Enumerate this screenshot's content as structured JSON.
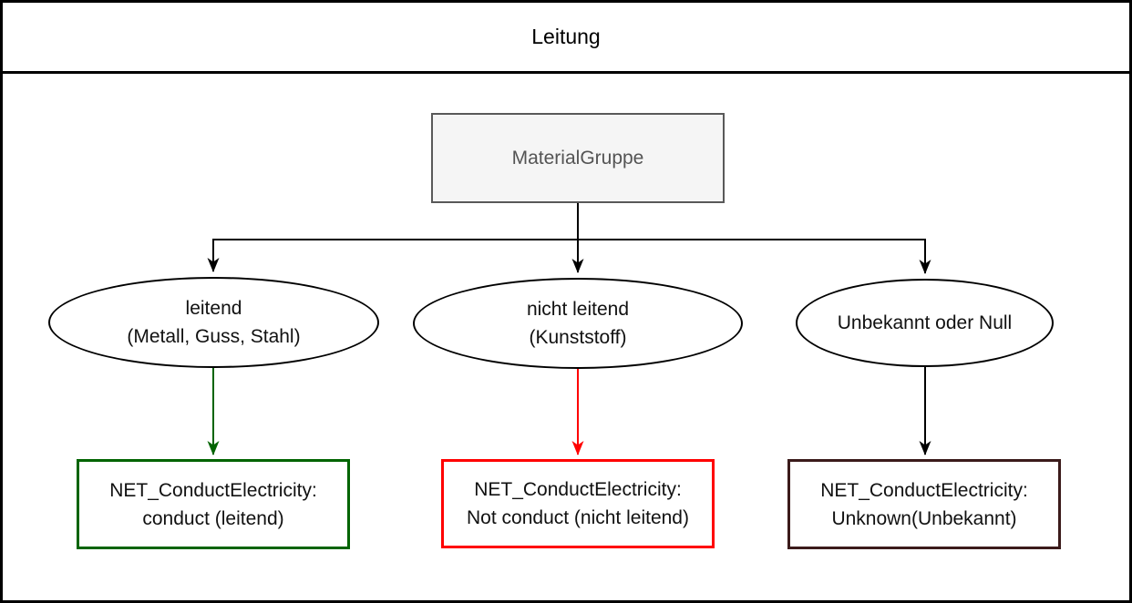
{
  "title": "Leitung",
  "colors": {
    "line": "#000000",
    "green": "#006400",
    "red": "#ff0000",
    "dark_maroon": "#3b1b1b",
    "root_border": "#595959",
    "root_fill": "#f5f5f5",
    "root_text": "#545454"
  },
  "root": {
    "label": "MaterialGruppe"
  },
  "branches": [
    {
      "condition": {
        "line1": "leitend",
        "line2": "(Metall, Guss, Stahl)"
      },
      "result": {
        "line1": "NET_ConductElectricity:",
        "line2": "conduct (leitend)"
      },
      "arrow_color": "#006400",
      "box_border": "#006400"
    },
    {
      "condition": {
        "line1": "nicht leitend",
        "line2": "(Kunststoff)"
      },
      "result": {
        "line1": "NET_ConductElectricity:",
        "line2": "Not conduct (nicht leitend)"
      },
      "arrow_color": "#ff0000",
      "box_border": "#ff0000"
    },
    {
      "condition": {
        "line1": "Unbekannt oder Null",
        "line2": ""
      },
      "result": {
        "line1": "NET_ConductElectricity:",
        "line2": "Unknown(Unbekannt)"
      },
      "arrow_color": "#000000",
      "box_border": "#3b1b1b"
    }
  ]
}
